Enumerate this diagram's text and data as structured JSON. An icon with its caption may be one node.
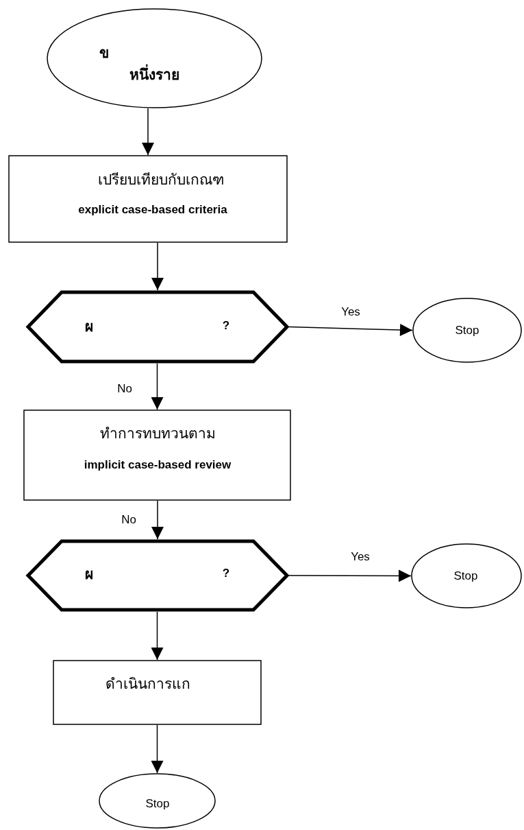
{
  "diagram": {
    "nodes": [
      {
        "text": [
          "ข",
          "หนึ่งราย"
        ]
      },
      {
        "text": [
          "เปรียบเทียบกับเกณฑ",
          "explicit case-based criteria"
        ]
      },
      {
        "text": [
          "ผ",
          "?"
        ]
      },
      {
        "text": [
          "Stop"
        ]
      },
      {
        "text": [
          "ทำการทบทวนตาม",
          "implicit case-based review"
        ]
      },
      {
        "text": [
          "ผ",
          "?"
        ]
      },
      {
        "text": [
          "Stop"
        ]
      },
      {
        "text": [
          "ดำเนินการแก"
        ]
      },
      {
        "text": [
          "Stop"
        ]
      }
    ],
    "edges": [
      {
        "from": 0,
        "to": 1,
        "arrow": "to"
      },
      {
        "from": 1,
        "to": 2,
        "arrow": "to"
      },
      {
        "from": 2,
        "to": 3,
        "arrow": "to",
        "label": "Yes"
      },
      {
        "from": 2,
        "to": 4,
        "arrow": "to",
        "label": "No"
      },
      {
        "from": 4,
        "to": 5,
        "arrow": "to",
        "label": "No"
      },
      {
        "from": 5,
        "to": 6,
        "arrow": "to",
        "label": "Yes"
      },
      {
        "from": 5,
        "to": 7,
        "arrow": "to"
      },
      {
        "from": 7,
        "to": 8,
        "arrow": "to"
      }
    ]
  }
}
